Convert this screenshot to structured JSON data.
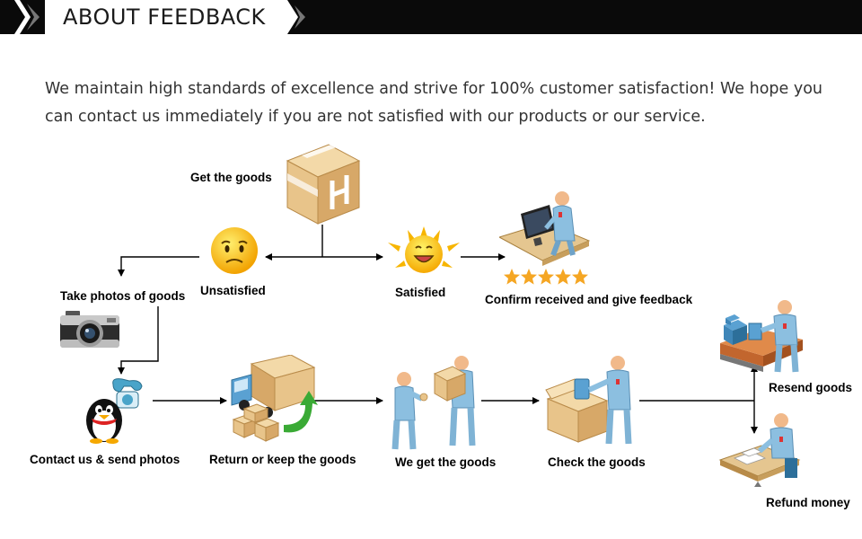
{
  "header": {
    "title": "ABOUT FEEDBACK"
  },
  "intro": {
    "text": "We maintain high standards of excellence and strive for 100% customer satisfaction! We hope you can contact us immediately if you are not satisfied with our products or our service."
  },
  "steps": {
    "get_goods": "Get the goods",
    "unsatisfied": "Unsatisfied",
    "satisfied": "Satisfied",
    "confirm": "Confirm received and give feedback",
    "take_photos": "Take photos of goods",
    "contact": "Contact us & send photos",
    "return_keep": "Return or keep the goods",
    "we_get": "We get the goods",
    "check": "Check the goods",
    "resend": "Resend goods",
    "refund": "Refund money"
  },
  "icons": {
    "box": "cardboard-box-icon",
    "sad": "unsatisfied-face-icon",
    "happy": "satisfied-sun-face-icon",
    "computer": "person-at-computer-icon",
    "stars": "five-stars-icon",
    "camera": "camera-icon",
    "contact": "penguin-phone-icon",
    "truck": "delivery-truck-icon",
    "handover": "people-handing-box-icon",
    "inspect": "person-checking-box-icon",
    "conveyor": "conveyor-worker-icon",
    "desk": "person-at-desk-icon"
  },
  "colors": {
    "header_bg": "#0a0a0a",
    "box": "#e8c48a",
    "person": "#7fb3d5",
    "star": "#f5a623",
    "arrow": "#000000"
  }
}
